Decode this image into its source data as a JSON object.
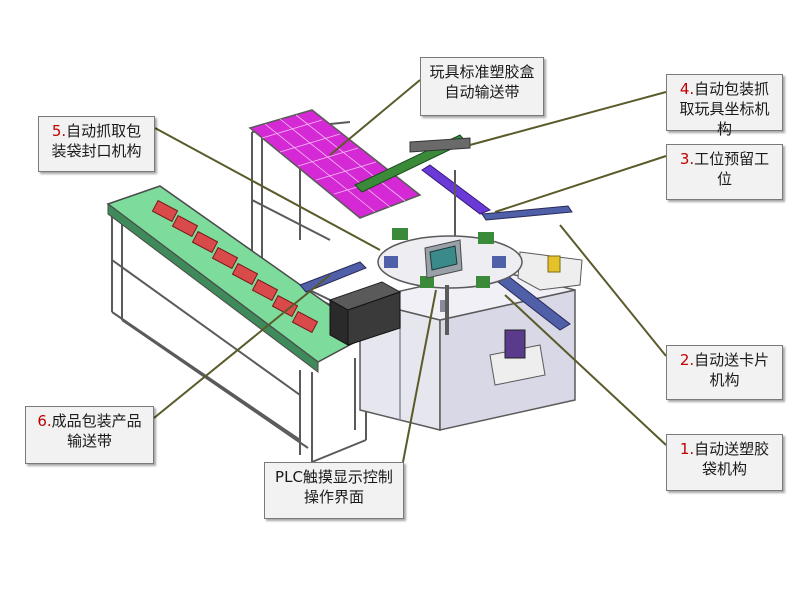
{
  "labels": {
    "toy_box_conveyor": {
      "text": "玩具标准塑胶盒自动输送带"
    },
    "toy_grab_mechanism": {
      "num": "4.",
      "text": "自动包装抓取玩具坐标机构"
    },
    "bag_sealing_mechanism": {
      "num": "5.",
      "text": "自动抓取包装袋封口机构"
    },
    "reserved_station": {
      "num": "3.",
      "text": "工位预留工位"
    },
    "card_feed_mechanism": {
      "num": "2.",
      "text": "自动送卡片机构"
    },
    "bag_feed_mechanism": {
      "num": "1.",
      "text": "自动送塑胶袋机构"
    },
    "product_conveyor": {
      "num": "6.",
      "text": "成品包装产品输送带"
    },
    "plc_panel": {
      "text": "PLC触摸显示控制操作界面"
    }
  },
  "colors": {
    "leader_line": "#5a5a2a",
    "frame": "#5a5a5a",
    "green_belt": "#7ddc9c",
    "magenta_tray": "#d629d6",
    "product_box": "#d94a4a",
    "cabinet": "#e6e6ee",
    "machine_blue": "#4f5fa8",
    "number_red": "#c00000"
  }
}
